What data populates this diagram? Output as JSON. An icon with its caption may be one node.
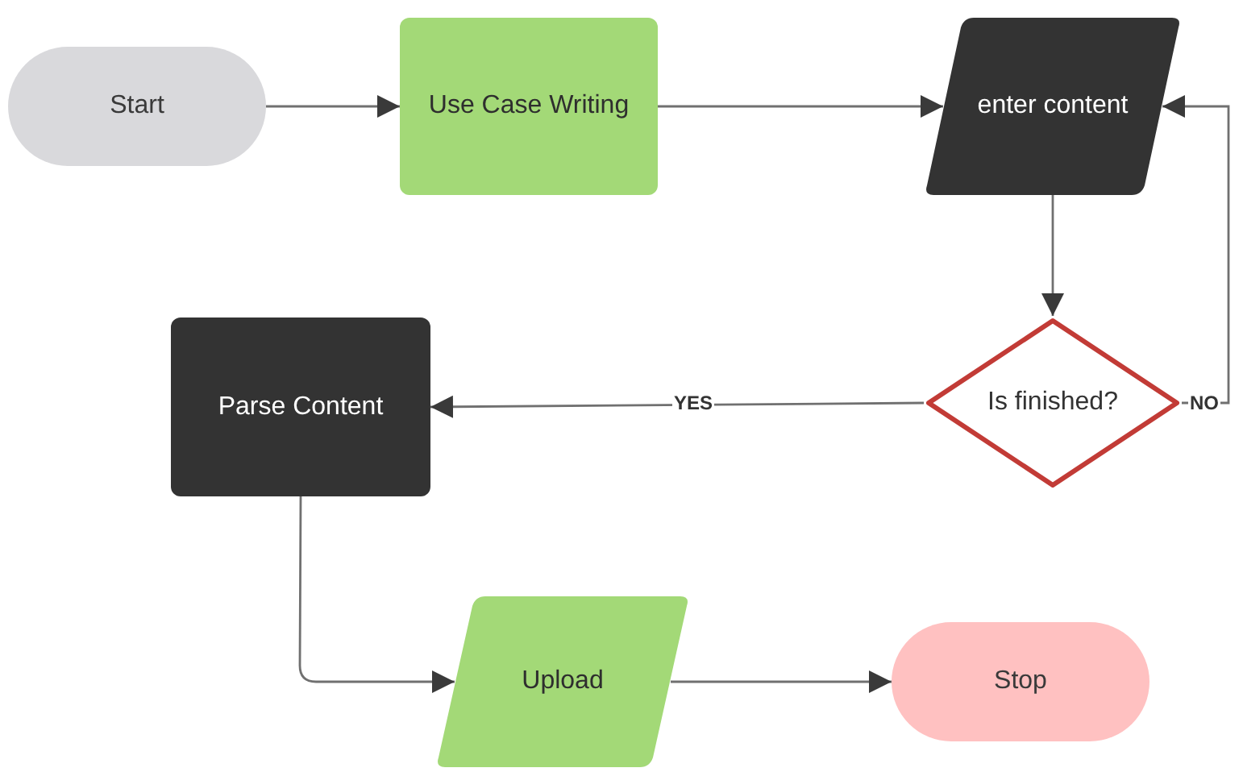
{
  "diagram": {
    "nodes": [
      {
        "text": [
          "Start"
        ]
      },
      {
        "text": [
          "Use Case Writing"
        ]
      },
      {
        "text": [
          "enter content"
        ]
      },
      {
        "text": [
          "Is finished?"
        ]
      },
      {
        "text": [
          "Parse Content"
        ]
      },
      {
        "text": [
          "Upload"
        ]
      },
      {
        "text": [
          "Stop"
        ]
      }
    ],
    "edges": [
      {
        "from": 0,
        "to": 1,
        "arrow": "to"
      },
      {
        "from": 1,
        "to": 2,
        "arrow": "to"
      },
      {
        "from": 2,
        "to": 3,
        "arrow": "to"
      },
      {
        "from": 3,
        "to": 4,
        "arrow": "to",
        "label": "YES"
      },
      {
        "from": 3,
        "to": 2,
        "arrow": "to",
        "label": "NO"
      },
      {
        "from": 4,
        "to": 5,
        "arrow": "to"
      },
      {
        "from": 5,
        "to": 6,
        "arrow": "to"
      }
    ]
  }
}
